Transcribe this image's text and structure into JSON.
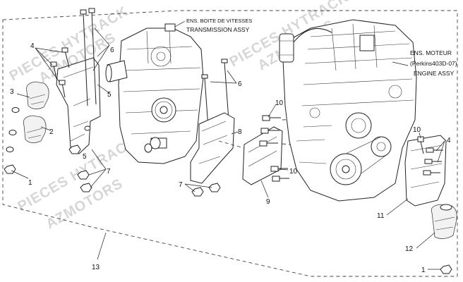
{
  "watermarks": [
    "PIECES HYTRACK",
    "AZMOTORS",
    "PIECES HYTRACK",
    "AZMOTORS",
    "PIECES HYTRACK",
    "AZMOTORS"
  ],
  "captions": {
    "transmission_fr": "ENS. BOITE DE VITESSES",
    "transmission_en": "TRANSMISSION ASSY",
    "engine_fr": "ENS. MOTEUR",
    "engine_model": "(Perkins403D-07)",
    "engine_en": "ENGINE ASSY"
  },
  "callouts": [
    "4",
    "3",
    "2",
    "5",
    "6",
    "5",
    "1",
    "7",
    "6",
    "10",
    "8",
    "10",
    "9",
    "7",
    "4",
    "10",
    "11",
    "12",
    "1",
    "13"
  ]
}
